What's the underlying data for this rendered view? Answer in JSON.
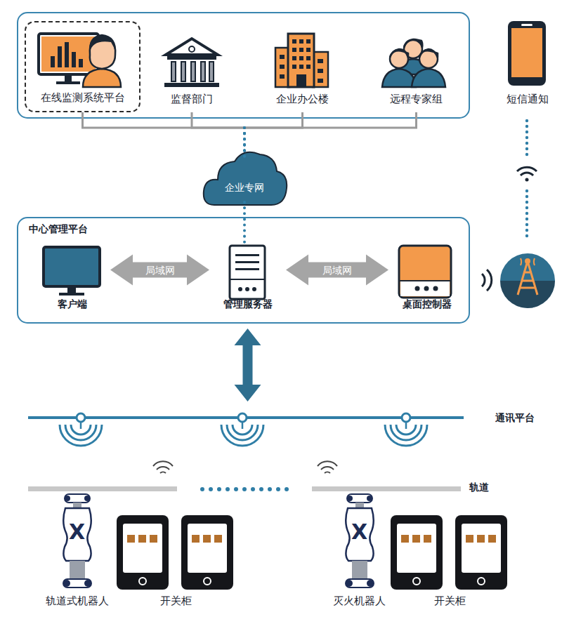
{
  "diagram": {
    "nodes": [
      {
        "text": [
          "在线监测系统平台"
        ]
      },
      {
        "text": [
          "监督部门"
        ]
      },
      {
        "text": [
          "企业办公楼"
        ]
      },
      {
        "text": [
          "远程专家组"
        ]
      },
      {
        "text": [
          "短信通知"
        ]
      },
      {
        "text": [
          "企业专网"
        ]
      },
      {
        "text": [
          "中心管理平台"
        ]
      },
      {
        "text": [
          "客户端"
        ],
        "in": 6
      },
      {
        "text": [
          "管理服务器"
        ],
        "in": 6
      },
      {
        "text": [
          "桌面控制器"
        ],
        "in": 6
      },
      {
        "text": [
          "通讯平台"
        ]
      },
      {
        "text": [
          "轨道式机器人"
        ]
      },
      {
        "text": [
          "开关柜"
        ]
      },
      {
        "text": [
          "灭火机器人"
        ]
      },
      {
        "text": [
          "开关柜"
        ]
      }
    ],
    "edges": [
      {
        "from": 0,
        "to": 5,
        "arrow": "none"
      },
      {
        "from": 1,
        "to": 5,
        "arrow": "none"
      },
      {
        "from": 2,
        "to": 5,
        "arrow": "none"
      },
      {
        "from": 3,
        "to": 5,
        "arrow": "none"
      },
      {
        "from": 5,
        "to": 8,
        "arrow": "none"
      },
      {
        "from": 7,
        "to": 8,
        "label": "局域网",
        "arrow": "both"
      },
      {
        "from": 8,
        "to": 9,
        "label": "局域网",
        "arrow": "both"
      },
      {
        "from": 8,
        "to": 10,
        "arrow": "both"
      }
    ],
    "labels": [
      "轨道",
      "X",
      "X"
    ]
  }
}
